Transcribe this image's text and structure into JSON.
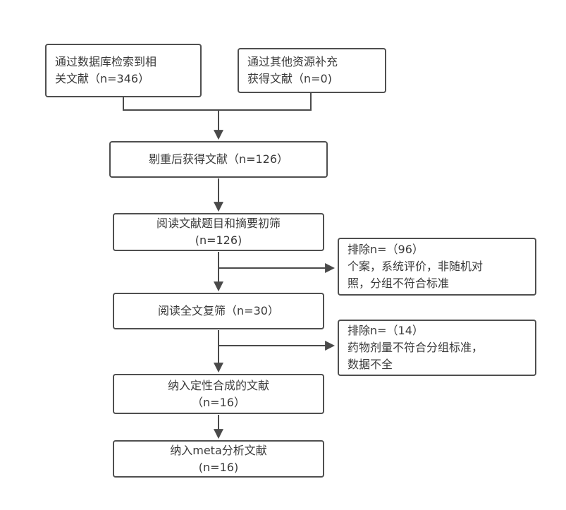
{
  "boxes": {
    "db_search": {
      "line1": "通过数据库检索到相",
      "line2": "关文献（n=346）"
    },
    "other_sources": {
      "line1": "通过其他资源补充",
      "line2": "获得文献（n=0)"
    },
    "dedup": {
      "line1": "剔重后获得文献（n=126）"
    },
    "title_abstract_screen": {
      "line1": "阅读文献题目和摘要初筛",
      "line2": "(n=126)"
    },
    "exclude_first": {
      "line1": "排除n=（96）",
      "line2": "个案，系统评价，非随机对",
      "line3": "照，分组不符合标准"
    },
    "fulltext_screen": {
      "line1": "阅读全文复筛（n=30）"
    },
    "exclude_second": {
      "line1": "排除n=（14）",
      "line2": "药物剂量不符合分组标准，",
      "line3": "数据不全"
    },
    "qualitative_synthesis": {
      "line1": "纳入定性合成的文献",
      "line2": "（n=16）"
    },
    "meta_analysis": {
      "line1": "纳入meta分析文献",
      "line2": "(n=16)"
    }
  },
  "colors": {
    "border": "#4f4f4f",
    "line": "#4a4a4a",
    "text": "#3a3a3a",
    "background": "#ffffff"
  }
}
